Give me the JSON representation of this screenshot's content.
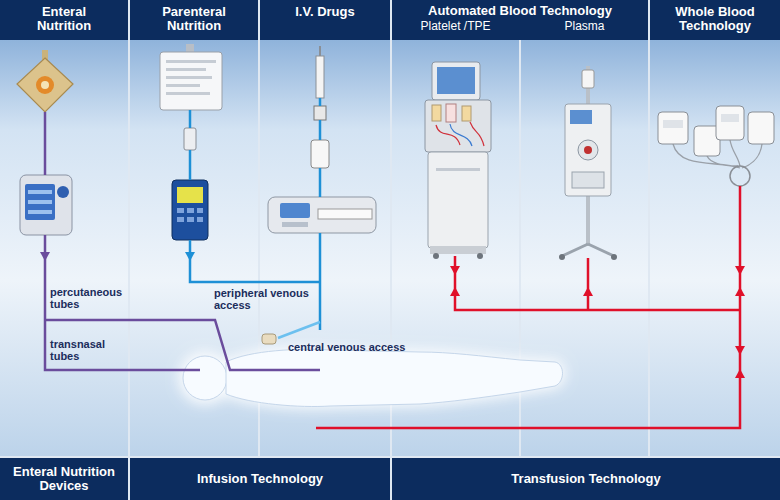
{
  "diagram": {
    "nodes": [
      {
        "text": [
          "Enteral Nutrition"
        ]
      },
      {
        "text": [
          "Parenteral Nutrition"
        ]
      },
      {
        "text": [
          "I.V. Drugs"
        ]
      },
      {
        "text": [
          "Automated Blood Technology"
        ]
      },
      {
        "text": [
          "Platelet /TPE"
        ],
        "in": 3
      },
      {
        "text": [
          "Plasma"
        ],
        "in": 3
      },
      {
        "text": [
          "Whole Blood Technology"
        ]
      },
      {
        "text": [
          "Enteral Nutrition Devices"
        ]
      },
      {
        "text": [
          "Infusion Technology"
        ]
      },
      {
        "text": [
          "Transfusion Technology"
        ]
      }
    ],
    "labels": [
      "percutaneous tubes",
      "transnasal tubes",
      "peripheral venous access",
      "central venous access"
    ]
  }
}
